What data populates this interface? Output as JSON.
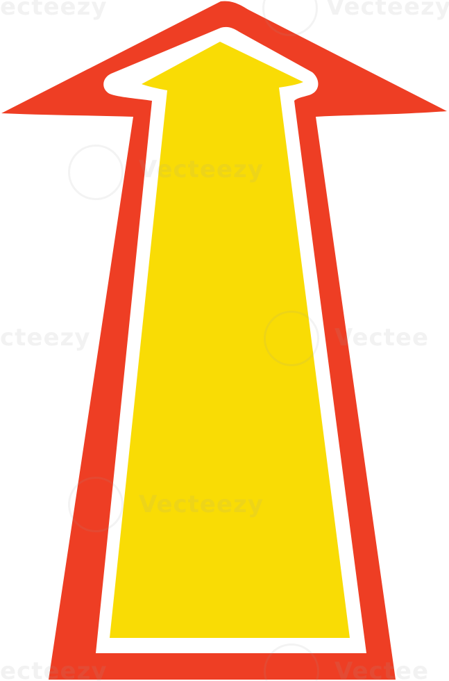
{
  "image": {
    "colors": {
      "background": "#ffffff",
      "outline": "#ee3e24",
      "gap": "#ffffff",
      "fill": "#f9dc05"
    },
    "shape": "upward-arrow"
  },
  "watermark": {
    "text_full": "Vecteezy",
    "text_top_left": "ecteezy",
    "text_top_right": "Vecteezy",
    "text_row2": "Vecteezy",
    "text_row3_left": "cteezy",
    "text_row3_right": "Vectee",
    "text_row4": "Vecteezy",
    "text_row5_left": "ecteezy",
    "text_row5_right": "Vectee"
  }
}
